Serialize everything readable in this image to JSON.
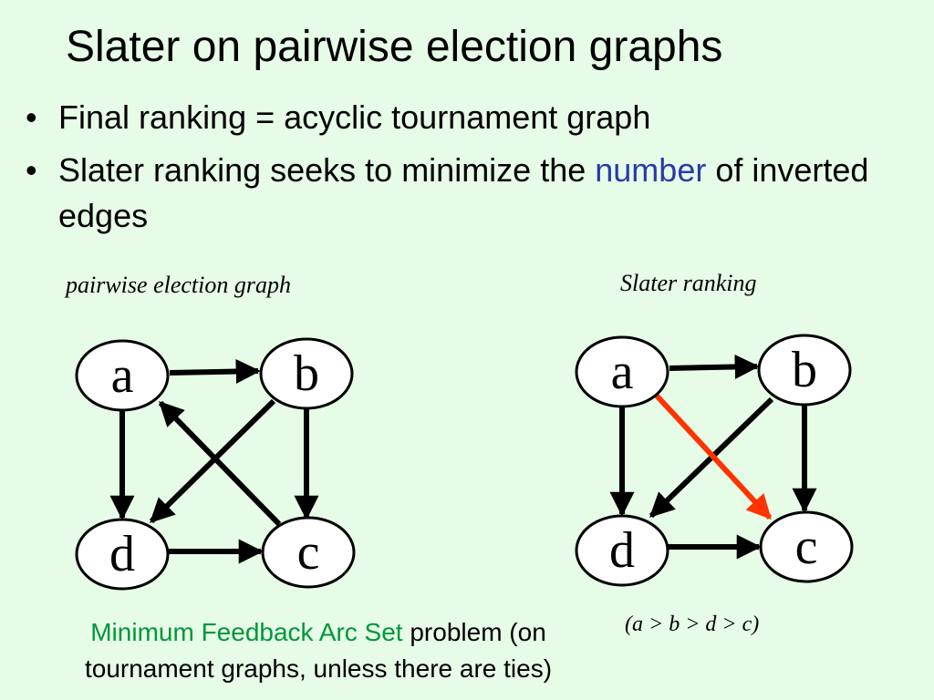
{
  "title": "Slater on pairwise election graphs",
  "bullets": [
    {
      "marker": "•",
      "text": "Final ranking = acyclic tournament graph"
    },
    {
      "marker": "•",
      "text_before": "Slater ranking seeks to minimize the ",
      "highlight": "number",
      "text_after": " of inverted edges"
    }
  ],
  "left_graph": {
    "caption": "pairwise election graph",
    "nodes": {
      "a": "a",
      "b": "b",
      "c": "c",
      "d": "d"
    }
  },
  "right_graph": {
    "caption": "Slater ranking",
    "nodes": {
      "a": "a",
      "b": "b",
      "c": "c",
      "d": "d"
    },
    "ranking_label": "(a > b > d > c)"
  },
  "footnote": {
    "highlight": "Minimum Feedback Arc Set",
    "text": " problem (on tournament graphs, unless there are ties)"
  },
  "colors": {
    "background": "#e6fce6",
    "highlight_blue": "#2b3aa8",
    "highlight_green": "#00963c",
    "inverted_edge": "#ff3300"
  }
}
